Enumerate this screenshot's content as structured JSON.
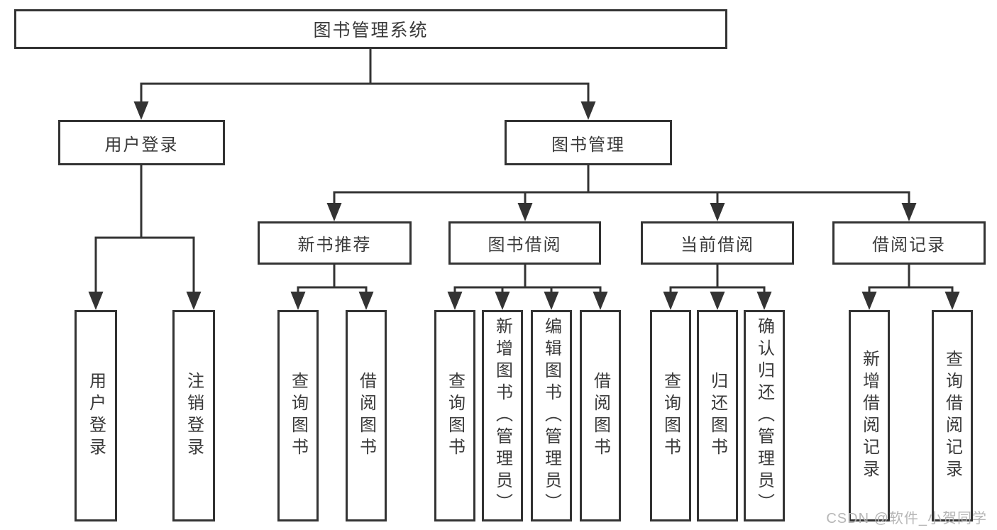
{
  "tree": {
    "root": {
      "label": "图书管理系统"
    },
    "branches": [
      {
        "label": "用户登录",
        "children": [
          {
            "label": "用户登录"
          },
          {
            "label": "注销登录"
          }
        ]
      },
      {
        "label": "图书管理",
        "sections": [
          {
            "label": "新书推荐",
            "children": [
              {
                "label": "查询图书"
              },
              {
                "label": "借阅图书"
              }
            ]
          },
          {
            "label": "图书借阅",
            "children": [
              {
                "label": "查询图书"
              },
              {
                "label": "新增图书（管理员）"
              },
              {
                "label": "编辑图书（管理员）"
              },
              {
                "label": "借阅图书"
              }
            ]
          },
          {
            "label": "当前借阅",
            "children": [
              {
                "label": "查询图书"
              },
              {
                "label": "归还图书"
              },
              {
                "label": "确认归还（管理员）"
              }
            ]
          },
          {
            "label": "借阅记录",
            "children": [
              {
                "label": "新增借阅记录"
              },
              {
                "label": "查询借阅记录"
              }
            ]
          }
        ]
      }
    ]
  },
  "watermark": {
    "text": "CSDN @软件_小贺同学"
  },
  "colors": {
    "line": "#333333",
    "text": "#3a3a3a",
    "box_background": "#ffffff",
    "watermark": "#b2b2b2",
    "background": "#ffffff"
  }
}
